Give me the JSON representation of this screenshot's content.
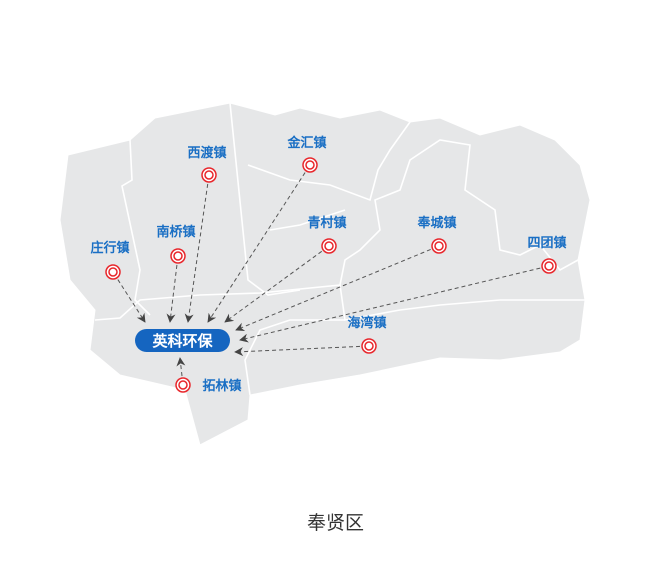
{
  "district_title": "奉贤区",
  "company_label": "英科环保",
  "towns": [
    {
      "name": "庄行镇"
    },
    {
      "name": "南桥镇"
    },
    {
      "name": "西渡镇"
    },
    {
      "name": "金汇镇"
    },
    {
      "name": "青村镇"
    },
    {
      "name": "奉城镇"
    },
    {
      "name": "四团镇"
    },
    {
      "name": "海湾镇"
    },
    {
      "name": "拓林镇"
    }
  ],
  "colors": {
    "map_fill": "#e6e7e8",
    "border": "#ffffff",
    "label": "#1a6fc4",
    "marker": "#e8262b",
    "pill": "#1565c0",
    "arrow": "#555555"
  }
}
